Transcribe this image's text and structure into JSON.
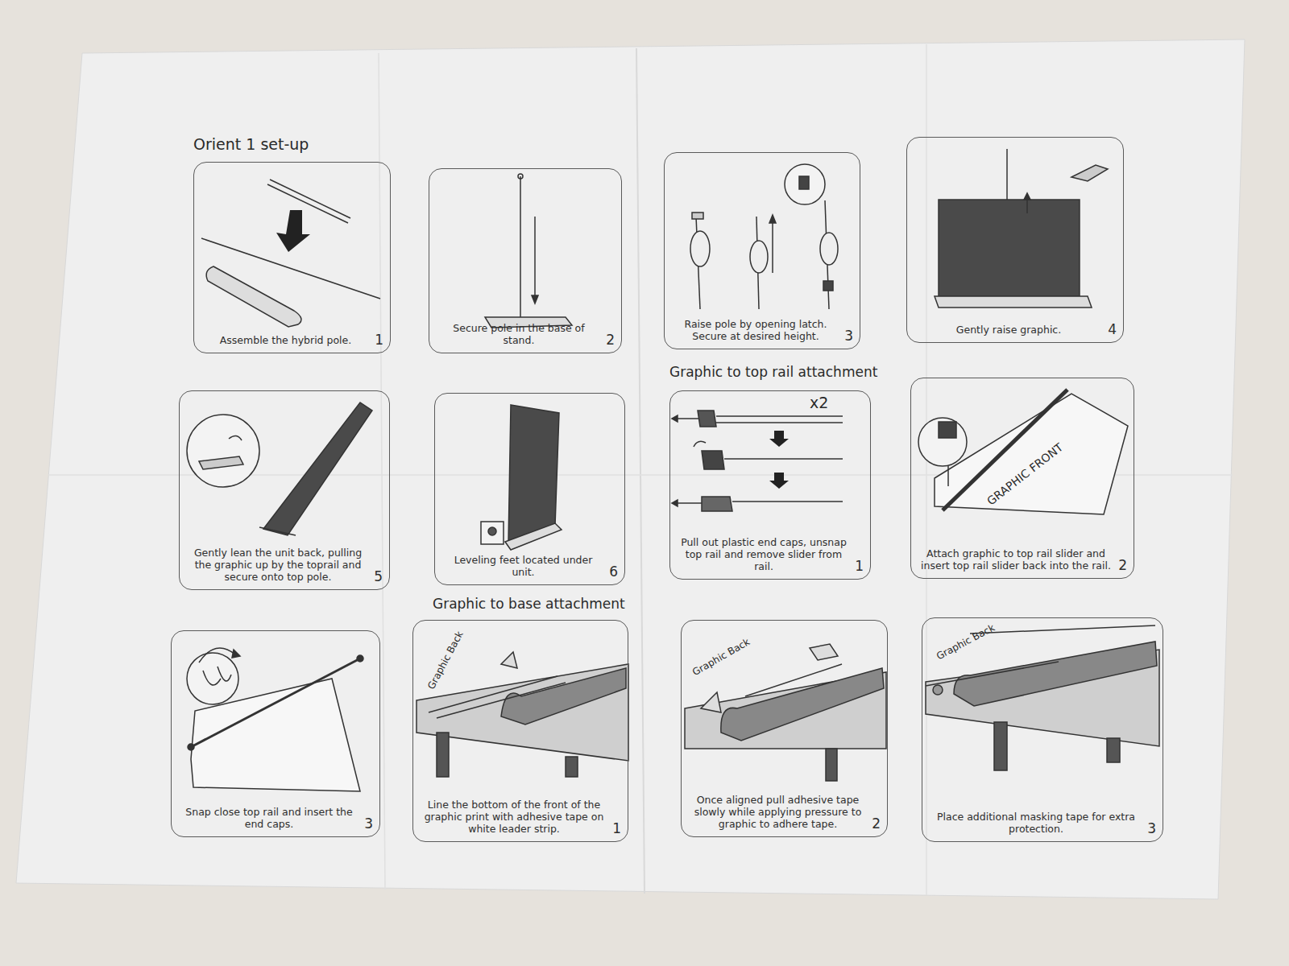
{
  "diagram": {
    "nodes": [
      {
        "text": [
          "Assemble the hybrid pole.",
          "1"
        ]
      },
      {
        "text": [
          "Secure pole in the base of stand.",
          "2"
        ]
      },
      {
        "text": [
          "Raise pole by opening latch. Secure at desired height.",
          "3"
        ]
      },
      {
        "text": [
          "Gently raise graphic.",
          "4"
        ]
      },
      {
        "text": [
          "Gently lean the unit back, pulling the graphic up by the toprail and secure onto top pole.",
          "5"
        ]
      },
      {
        "text": [
          "Leveling feet located under unit.",
          "6"
        ]
      },
      {
        "text": [
          "Pull out plastic end caps, unsnap top rail and remove slider from rail.",
          "1"
        ]
      },
      {
        "text": [
          "Attach graphic to top rail slider and insert top rail slider back into the rail.",
          "2"
        ]
      },
      {
        "text": [
          "Snap close top rail and insert the end caps.",
          "3"
        ]
      },
      {
        "text": [
          "Line the bottom of the front of the graphic print with adhesive tape on white leader strip.",
          "1"
        ]
      },
      {
        "text": [
          "Once aligned pull adhesive tape slowly while applying pressure to graphic to adhere tape.",
          "2"
        ]
      },
      {
        "text": [
          "Place additional masking tape for extra protection.",
          "3"
        ]
      }
    ],
    "labels": [
      "Orient 1 set-up",
      "Graphic to top rail attachment",
      "Graphic to base attachment",
      "x2",
      "GRAPHIC FRONT",
      "Graphic Back",
      "Graphic Back",
      "Graphic Back"
    ]
  }
}
